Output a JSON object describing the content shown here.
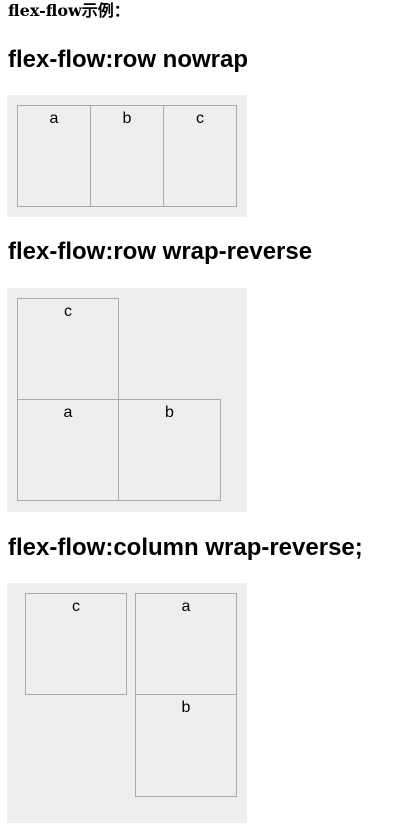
{
  "page": {
    "title": "flex-flow示例："
  },
  "sections": [
    {
      "heading": "flex-flow:row nowrap",
      "items": [
        "a",
        "b",
        "c"
      ]
    },
    {
      "heading": "flex-flow:row wrap-reverse",
      "items": [
        "c",
        "a",
        "b"
      ]
    },
    {
      "heading": "flex-flow:column wrap-reverse;",
      "items": [
        "c",
        "a",
        "b"
      ]
    }
  ],
  "colors": {
    "container_background": "#eeeeee",
    "item_border": "#aaaaaa",
    "page_background": "#ffffff"
  }
}
